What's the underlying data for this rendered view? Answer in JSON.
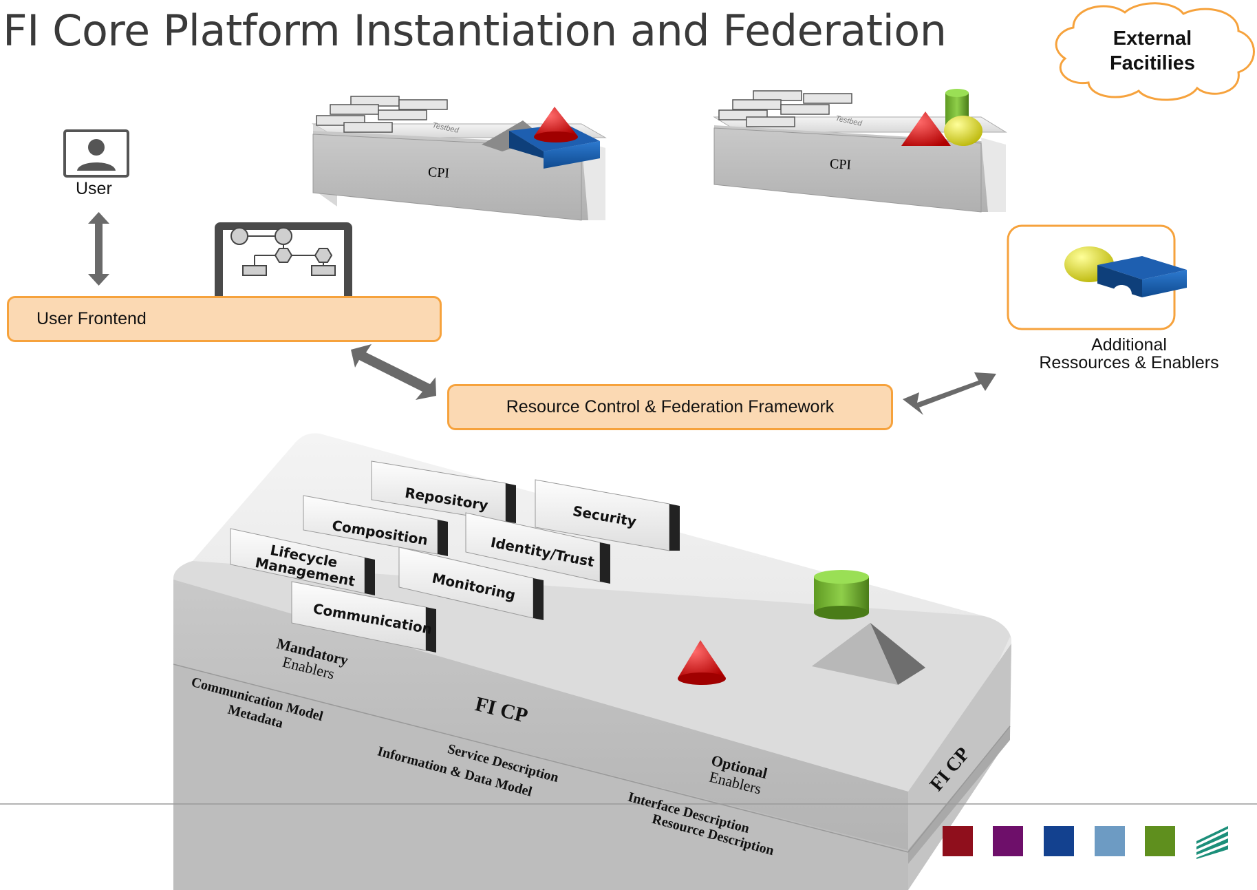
{
  "title": "FI Core Platform Instantiation and Federation",
  "external": {
    "line1": "External",
    "line2": "Facitilies"
  },
  "user": {
    "label": "User"
  },
  "frontend": {
    "label": "User Frontend"
  },
  "cpi_left": {
    "label": "CPI",
    "testbed": "Testbed"
  },
  "cpi_right": {
    "label": "CPI",
    "testbed": "Testbed"
  },
  "additional": {
    "line1": "Additional",
    "line2": "Ressources & Enablers"
  },
  "framework": {
    "label": "Resource Control & Federation Framework"
  },
  "modules": {
    "repository": "Repository",
    "security": "Security",
    "composition": "Composition",
    "identity": "Identity/Trust",
    "lifecycle_1": "Lifecycle",
    "lifecycle_2": "Management",
    "monitoring": "Monitoring",
    "communication": "Communication"
  },
  "platform": {
    "mandatory_1": "Mandatory",
    "mandatory_2": "Enablers",
    "optional_1": "Optional",
    "optional_2": "Enablers",
    "center": "FI CP",
    "side": "FI CP",
    "comm_model": "Communication Model",
    "metadata": "Metadata",
    "service_desc": "Service Description",
    "info_model": "Information & Data Model",
    "interface_desc": "Interface Description",
    "resource_desc": "Resource Description"
  },
  "colors": {
    "accent_orange": "#f6a23c",
    "box_fill": "#fbd9b3",
    "legend": [
      "#8f0f1c",
      "#6e0f6a",
      "#13418f",
      "#6d9bc3",
      "#5f8f1e",
      "#1c8f7a"
    ]
  }
}
